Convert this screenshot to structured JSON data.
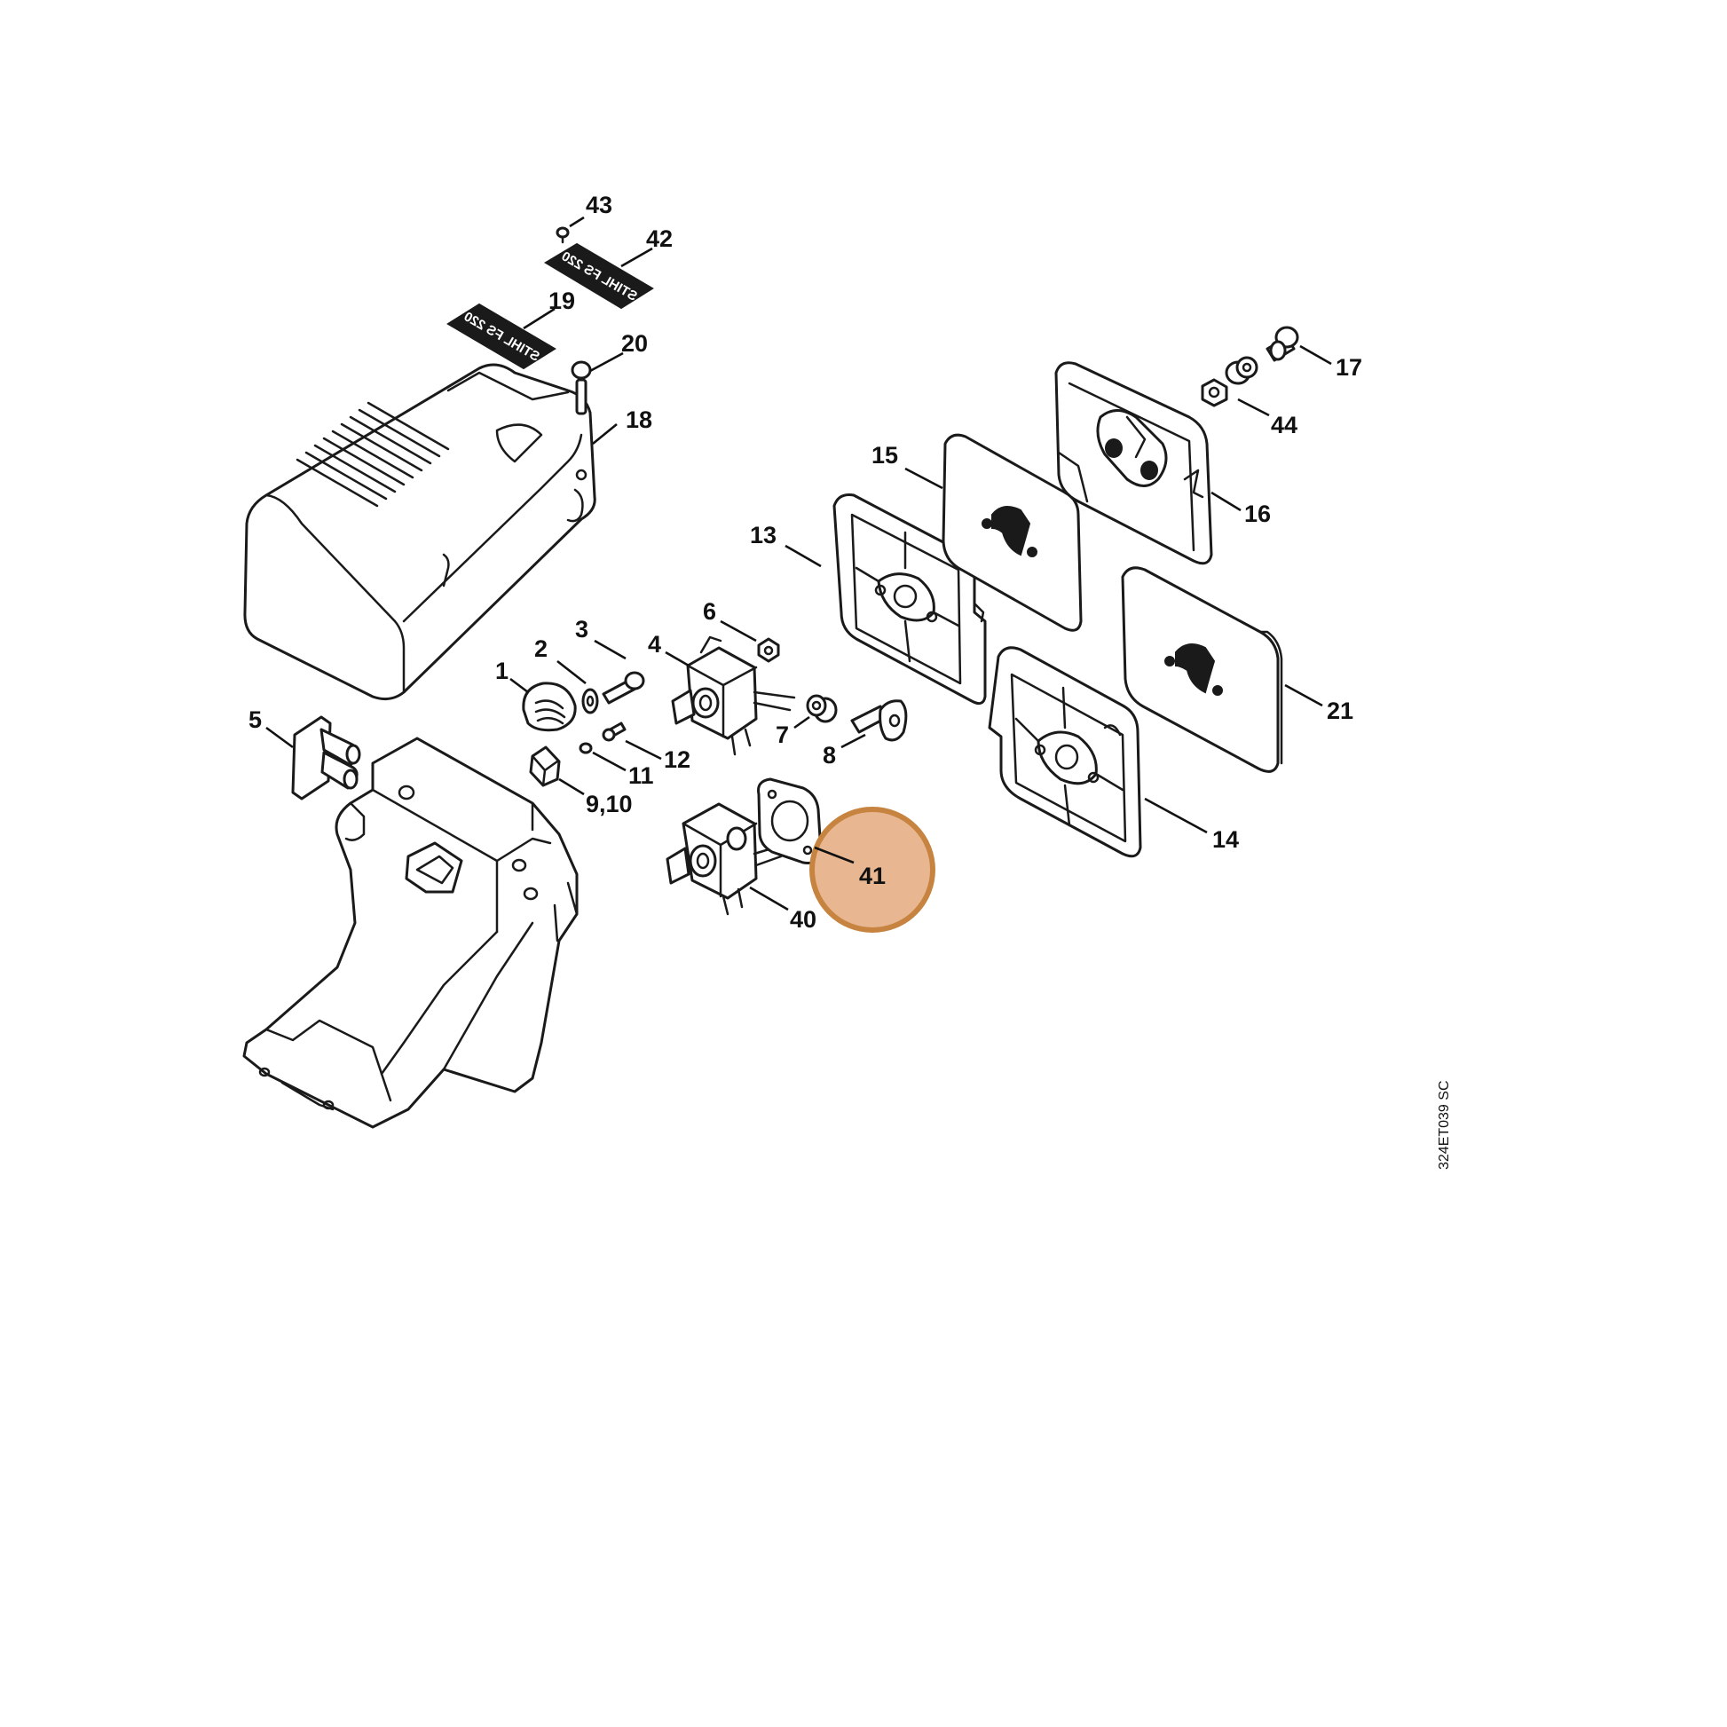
{
  "diagram": {
    "reference_code": "324ET039 SC",
    "highlight": {
      "label": "41",
      "color": "#e8b690",
      "ring_color": "#c78440"
    },
    "plate_texts": {
      "plate_19": "STIHL FS 220",
      "plate_42": "STIHL FS 220"
    },
    "callouts": [
      {
        "id": "1",
        "label": "1"
      },
      {
        "id": "2",
        "label": "2"
      },
      {
        "id": "3",
        "label": "3"
      },
      {
        "id": "4",
        "label": "4"
      },
      {
        "id": "5",
        "label": "5"
      },
      {
        "id": "6",
        "label": "6"
      },
      {
        "id": "7",
        "label": "7"
      },
      {
        "id": "8",
        "label": "8"
      },
      {
        "id": "9_10",
        "label": "9,10"
      },
      {
        "id": "11",
        "label": "11"
      },
      {
        "id": "12",
        "label": "12"
      },
      {
        "id": "13",
        "label": "13"
      },
      {
        "id": "14",
        "label": "14"
      },
      {
        "id": "15",
        "label": "15"
      },
      {
        "id": "16",
        "label": "16"
      },
      {
        "id": "17",
        "label": "17"
      },
      {
        "id": "18",
        "label": "18"
      },
      {
        "id": "19",
        "label": "19"
      },
      {
        "id": "20",
        "label": "20"
      },
      {
        "id": "21",
        "label": "21"
      },
      {
        "id": "40",
        "label": "40"
      },
      {
        "id": "41",
        "label": "41"
      },
      {
        "id": "42",
        "label": "42"
      },
      {
        "id": "43",
        "label": "43"
      },
      {
        "id": "44",
        "label": "44"
      }
    ]
  }
}
